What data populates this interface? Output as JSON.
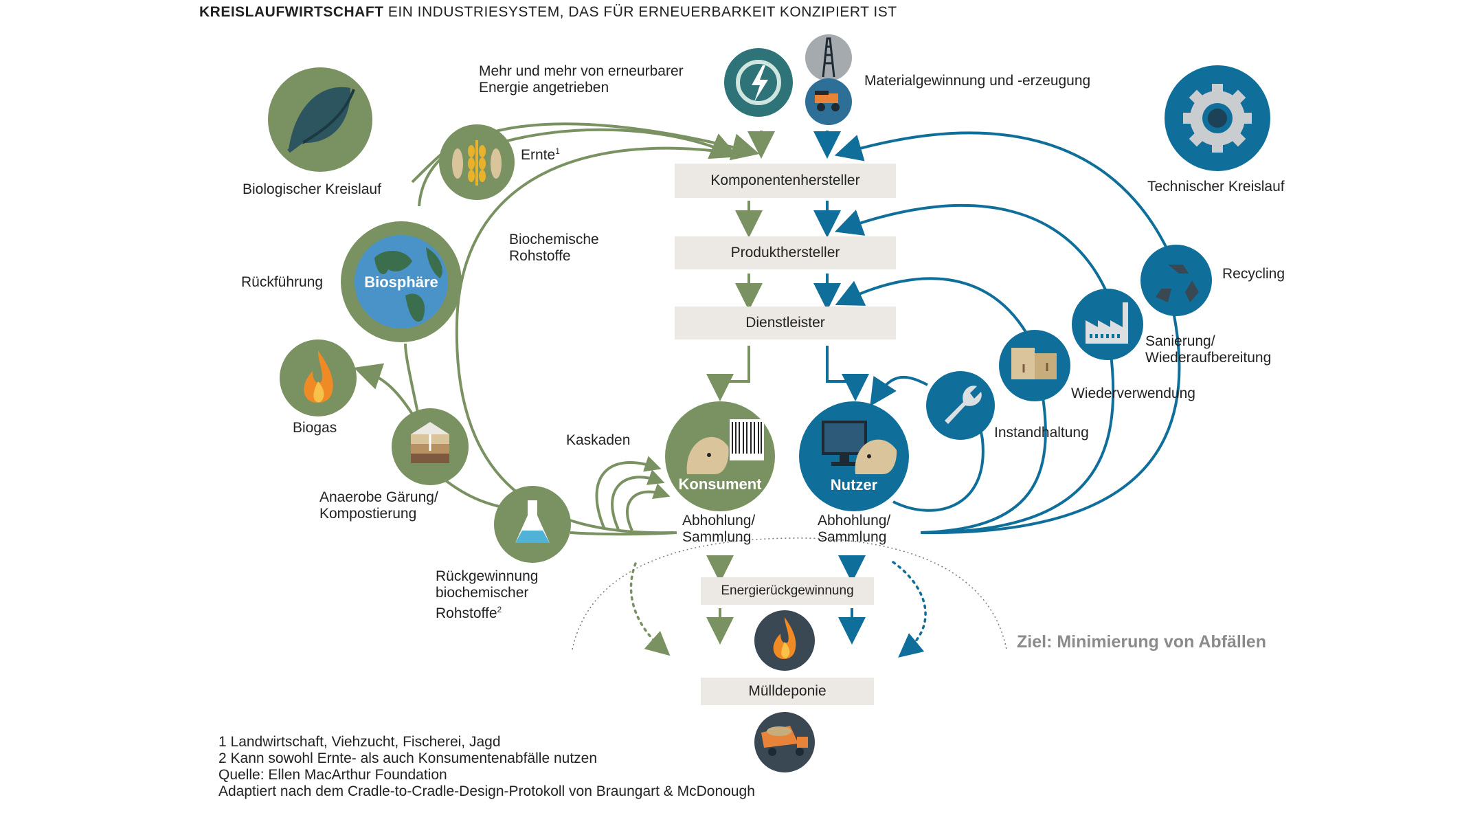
{
  "title": {
    "bold": "KREISLAUFWIRTSCHAFT",
    "rest": " EIN INDUSTRIESYSTEM, DAS FÜR ERNEUERBARKEIT KONZIPIERT IST"
  },
  "colors": {
    "biological": "#7a9162",
    "technical": "#0f6f9a",
    "box_fill": "#ece9e4",
    "dark": "#3a4853",
    "goal_text": "#8b8b8b"
  },
  "labels": {
    "energy_line1": "Mehr und mehr von erneurbarer",
    "energy_line2": "Energie angetrieben",
    "material": "Materialgewinnung und -erzeugung",
    "biological_cycle": "Biologischer Kreislauf",
    "technical_cycle": "Technischer Kreislauf",
    "harvest": "Ernte",
    "harvest_note": "1",
    "biochem_line1": "Biochemische",
    "biochem_line2": "Rohstoffe",
    "return": "Rückführung",
    "biosphere": "Biosphäre",
    "biogas": "Biogas",
    "anaerobic_line1": "Anaerobe Gärung/",
    "anaerobic_line2": "Kompostierung",
    "recovery_line1": "Rückgewinnung",
    "recovery_line2": "biochemischer",
    "recovery_line3": "Rohstoffe",
    "recovery_note": "2",
    "cascades": "Kaskaden",
    "consumer": "Konsument",
    "user": "Nutzer",
    "collection_left_line1": "Abhohlung/",
    "collection_left_line2": "Sammlung",
    "collection_right_line1": "Abhohlung/",
    "collection_right_line2": "Sammlung",
    "maintenance": "Instandhaltung",
    "reuse": "Wiederverwendung",
    "refurbish_line1": "Sanierung/",
    "refurbish_line2": "Wiederaufbereitung",
    "recycling": "Recycling",
    "goal": "Ziel: Minimierung von Abfällen"
  },
  "boxes": {
    "component": "Komponentenhersteller",
    "product": "Produkthersteller",
    "service": "Dienstleister",
    "energy_recovery": "Energierückgewinnung",
    "landfill": "Mülldeponie"
  },
  "icons": {
    "energy": "renewable-energy-icon",
    "oil_rig": "oil-rig-icon",
    "mining_truck": "mining-truck-icon",
    "leaf": "leaf-icon",
    "gear": "gear-icon",
    "harvest": "wheat-fish-icon",
    "globe": "globe-icon",
    "flame": "flame-icon",
    "soil": "soil-layers-icon",
    "flask": "flask-icon",
    "recycle": "recycle-icon",
    "factory": "factory-icon",
    "boxes": "boxes-icon",
    "wrench": "wrench-icon",
    "barcode": "barcode-icon",
    "monitor": "monitor-icon",
    "dump_truck": "dump-truck-icon"
  },
  "footnotes": [
    "1 Landwirtschaft, Viehzucht, Fischerei, Jagd",
    "2 Kann sowohl Ernte- als auch Konsumentenabfälle nutzen",
    "Quelle: Ellen MacArthur Foundation",
    "Adaptiert nach dem Cradle-to-Cradle-Design-Protokoll von Braungart & McDonough"
  ]
}
